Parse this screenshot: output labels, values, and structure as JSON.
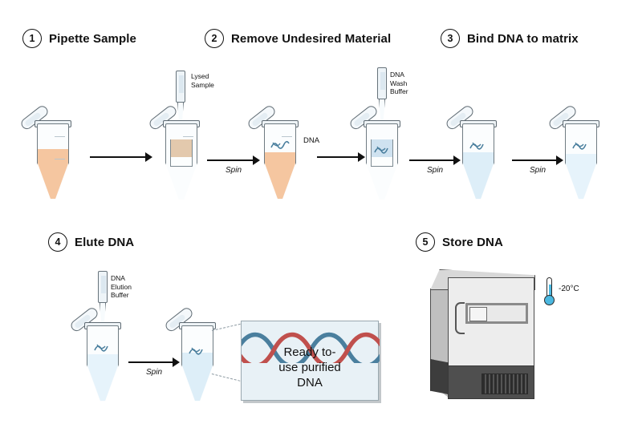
{
  "diagram": {
    "title": "DNA purification workflow",
    "colors": {
      "lysate": "#f5c6a0",
      "clear_liquid": "#ddeef8",
      "matrix_tan": "#e3c9ad",
      "matrix_blue": "#cfe2f0",
      "dna_blue": "#4a7f9e",
      "dna_red": "#c0504d",
      "panel_bg": "#e8f1f6",
      "freezer_body": "#ededed",
      "freezer_base": "#4f4f4f",
      "thermometer_fill": "#4bb8e0"
    }
  },
  "steps": [
    {
      "number": "1",
      "title": "Pipette Sample"
    },
    {
      "number": "2",
      "title": "Remove Undesired Material"
    },
    {
      "number": "3",
      "title": "Bind DNA to matrix"
    },
    {
      "number": "4",
      "title": "Elute DNA"
    },
    {
      "number": "5",
      "title": "Store DNA"
    }
  ],
  "pipette_labels": {
    "lysed_sample": "Lysed\nSample",
    "wash_buffer": "DNA\nWash\nBuffer",
    "elution_buffer": "DNA\nElution\nBuffer"
  },
  "tags": {
    "dna": "DNA"
  },
  "arrows": [
    {
      "label": ""
    },
    {
      "label": "Spin"
    },
    {
      "label": ""
    },
    {
      "label": "Spin"
    },
    {
      "label": "Spin"
    },
    {
      "label": "Spin"
    }
  ],
  "result_panel": {
    "caption": "Ready to-\nuse purified\nDNA"
  },
  "storage": {
    "temperature": "-20°C"
  }
}
